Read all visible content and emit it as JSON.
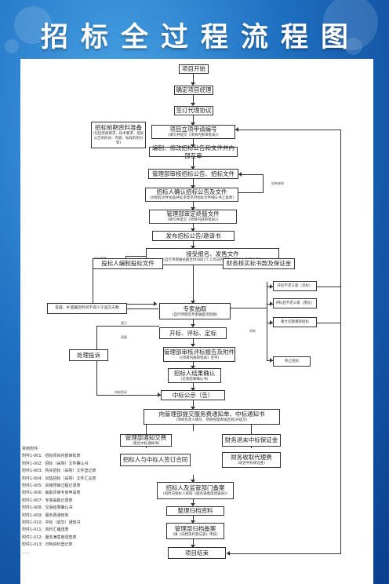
{
  "title": "招标全过程流程图",
  "colors": {
    "background": "#1f6fc1",
    "panel": "#ffffff",
    "line": "#333333"
  },
  "boxes": {
    "start": "项目开始",
    "confirm_manager": "确定项目经理",
    "sign_agency": "签订代理协议",
    "prep_title": "招标前期资料准备",
    "prep_sub": "(包括资质要求、技术要求、招标公告的形式、内容、标段的划分等)",
    "apply_title": "项目立项申请编号",
    "apply_sub": "(填写并提交《项目内部审批表》)",
    "compile": "编制、修改招标公告和文件并内部互审",
    "review": "管理部审核招标公告、招标文件",
    "confirm_docs_title": "招标人确认招标公告及文件",
    "confirm_docs_sub": "(对招标文件加盖并征求意见时招标文件确认书上盖章)",
    "finalize_title": "管理部审定终版文件",
    "finalize_sub": "(填写并提交《项目内部审批表》)",
    "publish": "发布招标公告/邀请书",
    "register_title": "接受报名、发售文件",
    "register_sub": "(自行项目报名截至时间前1个工作日内提交《招标文件汇总表》)",
    "bid_docs": "投标人编制投标文件",
    "finance_title": "财务核实标书款及保证金",
    "qa": "答疑、补遗最后时间不得少于送交天数",
    "expert_title": "专家抽取",
    "expert_sub": "(自行项目及专家抽取流程图)",
    "evaluate": "开标、评标、定标",
    "report_title": "管理部审核评标报告及附件",
    "report_sub": "(《项目内部审批表》签字)",
    "owner_confirm_title": "招标人结果确认",
    "owner_confirm_sub": "(交易结果确认书)",
    "complaint": "处理投诉",
    "announce": "中标公示（告）",
    "notice_title": "向管理部提交服务费通知单、中标通知书",
    "notice_sub": "(项目负责人填写、项目经理审核后到OA提交)",
    "fee_title": "管理部通知交费",
    "fee_sub": "(发出中标通知书)",
    "refund_deposit": "财务退未中标保证金",
    "contract": "招标人与中标人签订合同",
    "collect_title": "财务收取代理费",
    "collect_sub": "(退还中标保证金)",
    "file_title": "招标人及监管部门备案",
    "file_sub": "(同时向招标人索取《服务满意度调查表》)",
    "organize": "整理归档资料",
    "archive_title": "管理部归档备案",
    "archive_sub": "(填《归档资料登记表》审核)",
    "end": "项目结束",
    "side_not3": "开标不足三家（流标）",
    "side_eval_not3": "评标后不足三家（废标）",
    "side_major": "重大问题重新招标",
    "side_stop": "终止招标"
  },
  "labels": {
    "feedback": "如有修改",
    "supplement": "如有需要",
    "qa_note": "答疑",
    "tips": "提示",
    "complaint_note": "质疑",
    "complaint_handle": "如有投诉",
    "other": "如有"
  },
  "attachments": {
    "heading": "常用附件:",
    "items": [
      "附件1-001：招标项目内部审批表",
      "附件1-002：招标（采购）文件确认书",
      "附件1-003：购买招标（采购）文件登记表",
      "附件1-004：出售招标（采购）文件汇总表",
      "附件1-005：资格预审过程记录表",
      "附件1-006：抽取评审专家申请表",
      "附件1-007：专家抽取记录表",
      "附件1-008：交易结果确认书",
      "附件1-009：服务费通知单",
      "附件1-010：中标（成交）通知书",
      "附件1-011：资料汇编送表",
      "附件1-012：服务满意度调查表",
      "附件1-013：归档资料登记表"
    ],
    "ellipsis": "……"
  }
}
